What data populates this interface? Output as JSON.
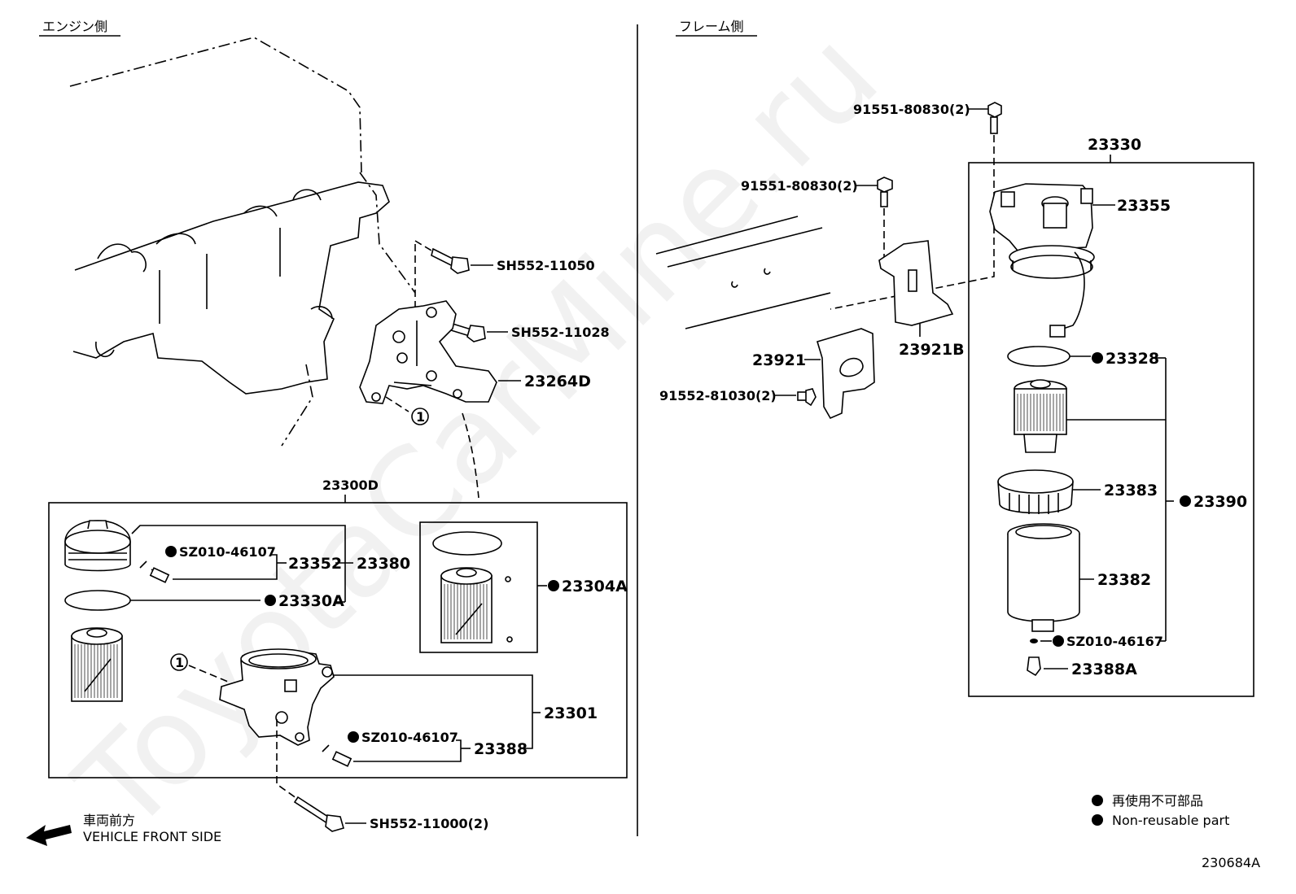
{
  "headers": {
    "engine_side": "エンジン側",
    "frame_side": "フレーム側"
  },
  "left": {
    "bolt_1": "SH552-11050",
    "bolt_2": "SH552-11028",
    "bracket": "23264D",
    "circle_ref_1": "1",
    "assembly": "23300D",
    "seal_1": "SZ010-46107",
    "part_23352": "23352",
    "part_23380": "23380",
    "part_23330A": "23330A",
    "part_23304A": "23304A",
    "circle_ref_2": "1",
    "part_23301": "23301",
    "seal_2": "SZ010-46107",
    "part_23388": "23388",
    "bolt_3": "SH552-11000(2)",
    "front_jp": "車両前方",
    "front_en": "VEHICLE FRONT SIDE"
  },
  "right": {
    "bolt_a": "91551-80830(2)",
    "bolt_b": "91551-80830(2)",
    "bolt_c": "91552-81030(2)",
    "part_23330": "23330",
    "part_23355": "23355",
    "part_23921": "23921",
    "part_23921B": "23921B",
    "part_23328": "23328",
    "part_23383": "23383",
    "part_23390": "23390",
    "part_23382": "23382",
    "seal_3": "SZ010-46167",
    "part_23388A": "23388A"
  },
  "legend": {
    "jp": "再使用不可部品",
    "en": "Non-reusable part"
  },
  "watermark": "ToyotaCarMine.ru",
  "figure_id": "230684A"
}
